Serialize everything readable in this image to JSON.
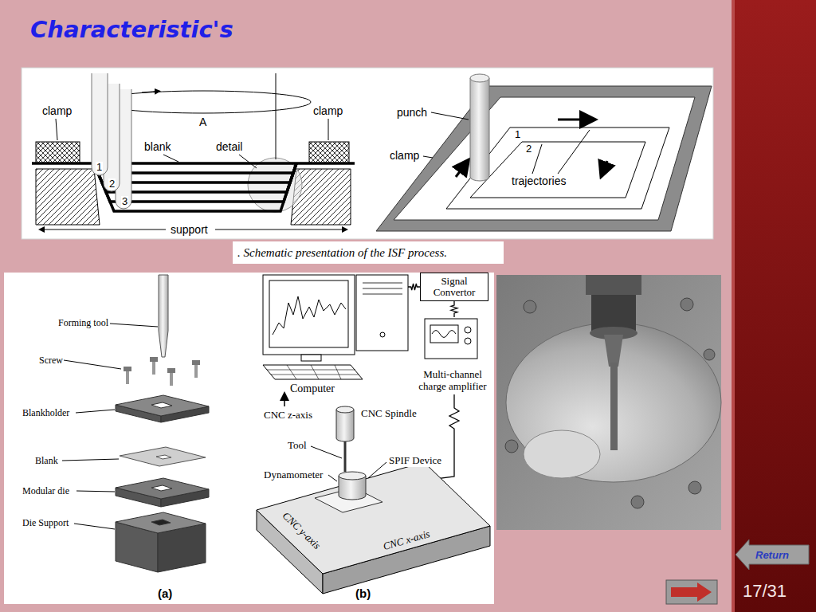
{
  "diagram": {
    "title": "Characteristic's",
    "caption": ". Schematic presentation of the ISF process.",
    "nodes": [
      {
        "text": [
          "Computer"
        ]
      },
      {
        "text": [
          "Signal Convertor"
        ]
      },
      {
        "text": [
          "Multi-channel charge amplifier"
        ]
      },
      {
        "text": [
          "Return"
        ]
      }
    ],
    "edges": [
      {
        "from": 0,
        "to": 1,
        "arrow": "none"
      },
      {
        "from": 1,
        "to": 2,
        "arrow": "none"
      }
    ],
    "labels": [
      "clamp",
      "A",
      "clamp",
      "1",
      "2",
      "3",
      "blank",
      "detail",
      "support",
      "punch",
      "clamp",
      "1",
      "2",
      "trajectories",
      "Forming tool",
      "Screw",
      "Blankholder",
      "Blank",
      "Modular die",
      "Die Support",
      "(a)",
      "CNC z-axis",
      "CNC Spindle",
      "Tool",
      "SPIF Device",
      "Dynamometer",
      "CNC y-axis",
      "CNC x-axis",
      "(b)",
      "17/31"
    ]
  }
}
